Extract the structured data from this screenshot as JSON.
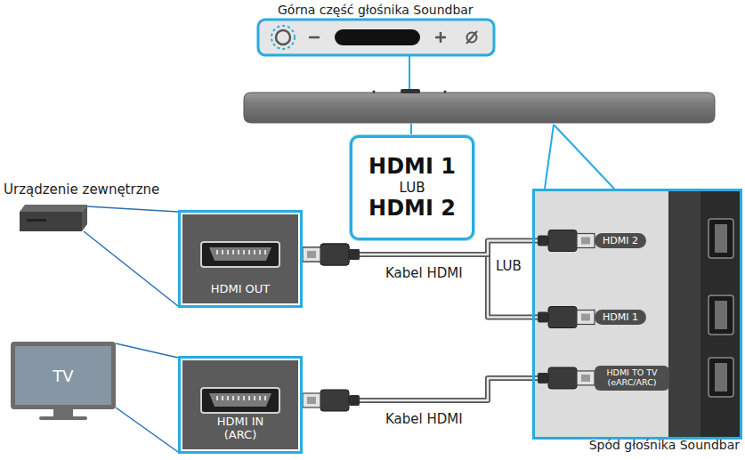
{
  "diagram": {
    "nodes": [
      {
        "text": [
          "HDMI 1",
          "LUB",
          "HDMI 2"
        ]
      },
      {
        "text": [
          "HDMI OUT"
        ]
      },
      {
        "text": [
          "TV"
        ]
      },
      {
        "text": [
          "HDMI IN (ARC)"
        ]
      },
      {
        "text": [
          "Spód głośnika Soundbar"
        ]
      },
      {
        "text": [
          "HDMI 2"
        ],
        "in": 4
      },
      {
        "text": [
          "HDMI 1"
        ],
        "in": 4
      },
      {
        "text": [
          "HDMI TO TV (eARC/ARC)"
        ],
        "in": 4
      }
    ],
    "edges": [
      {
        "from": 1,
        "to": 6,
        "arrow": "none",
        "label": "Kabel HDMI"
      },
      {
        "from": 1,
        "to": 5,
        "arrow": "none"
      },
      {
        "from": 3,
        "to": 7,
        "arrow": "none",
        "label": "Kabel HDMI"
      }
    ],
    "labels": [
      "Górna część głośnika Soundbar",
      "Urządzenie zewnętrzne",
      "LUB"
    ]
  }
}
